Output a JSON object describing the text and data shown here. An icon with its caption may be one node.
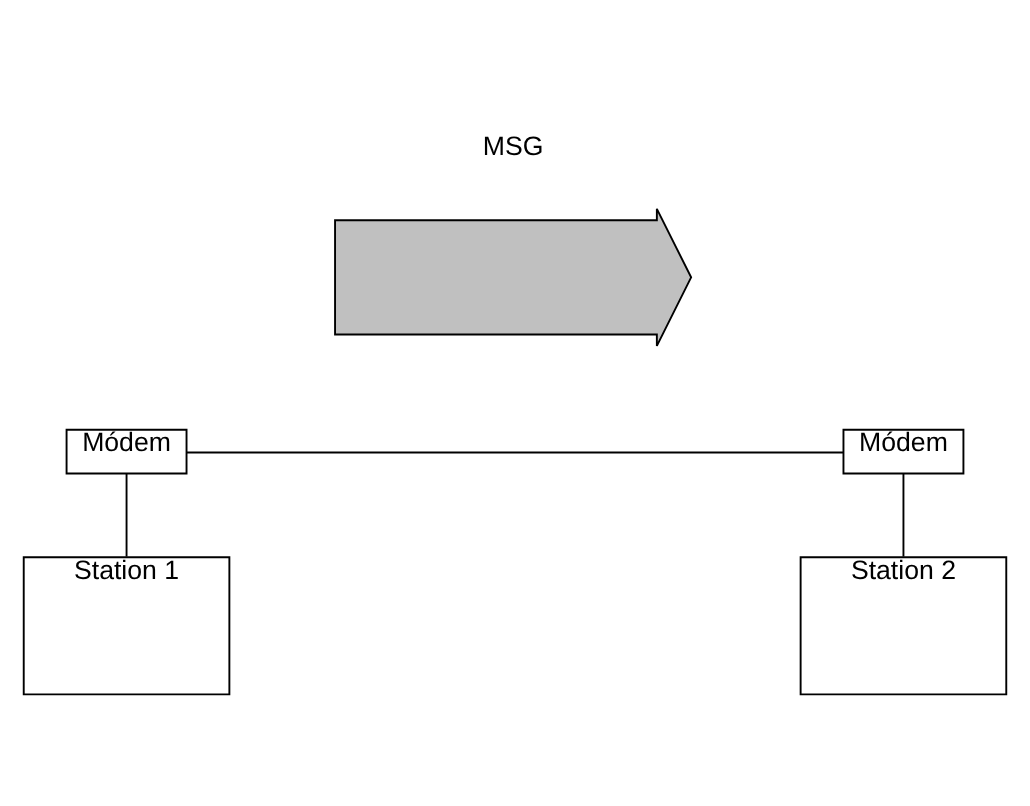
{
  "diagram": {
    "nodes": [
      {
        "text": [],
        "shape": "arrow",
        "beside": [
          "MSG"
        ]
      },
      {
        "text": [
          "Módem"
        ]
      },
      {
        "text": [
          "Módem"
        ]
      },
      {
        "text": [
          "Station 1"
        ]
      },
      {
        "text": [
          "Station 2"
        ]
      }
    ],
    "edges": [
      {
        "from": 1,
        "to": 2,
        "arrow": "none"
      },
      {
        "from": 1,
        "to": 3,
        "arrow": "none"
      },
      {
        "from": 2,
        "to": 4,
        "arrow": "none"
      }
    ]
  }
}
